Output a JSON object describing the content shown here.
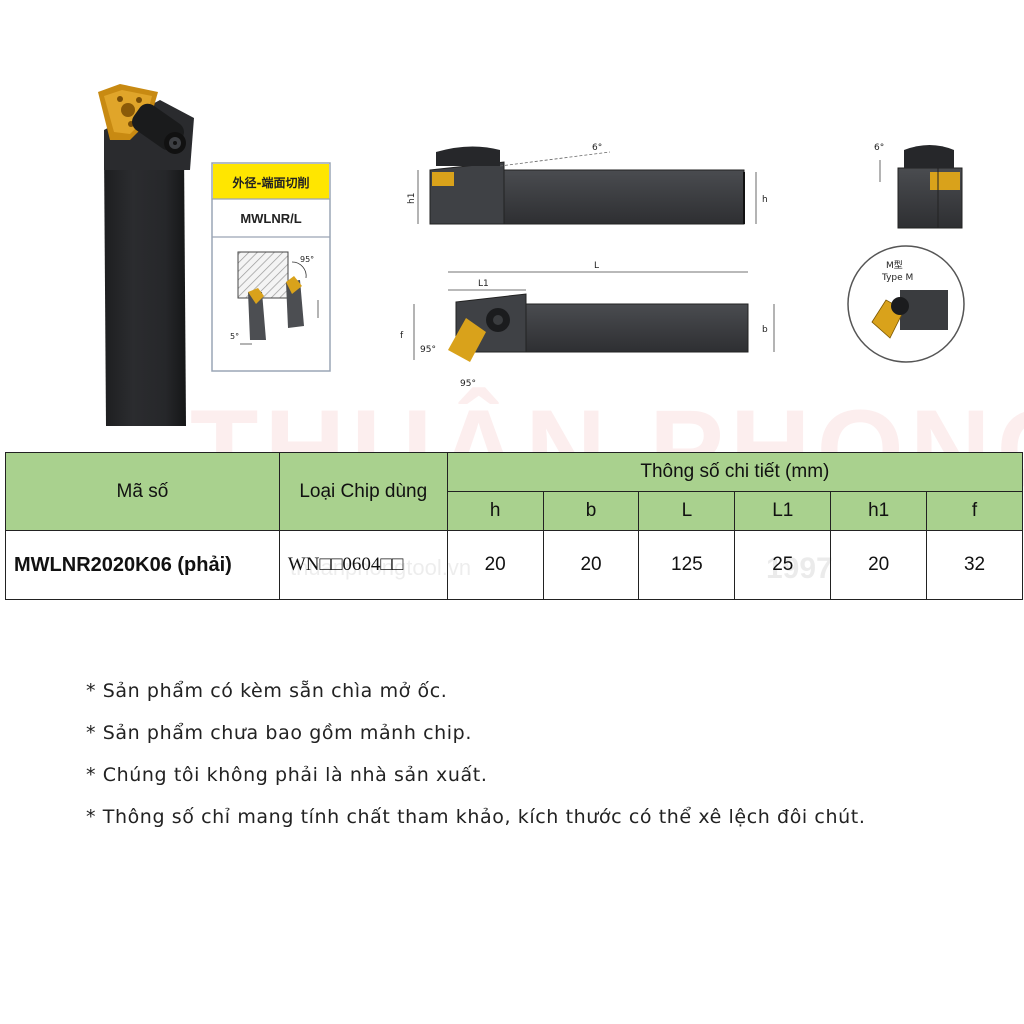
{
  "watermark": {
    "brand": "THUẬN PHONG",
    "url": "thuanphongtool.vn",
    "year": "1997"
  },
  "diagram": {
    "label_box_cn": "外径-端面切削",
    "label_box_code": "MWLNR/L",
    "angle_95": "95°",
    "angle_5": "5°",
    "angle_6": "6°",
    "dim_h1": "h1",
    "dim_h": "h",
    "dim_L": "L",
    "dim_L1": "L1",
    "dim_f": "f",
    "dim_b": "b",
    "type_cn": "M型",
    "type_en": "Type M"
  },
  "table": {
    "col_code": "Mã số",
    "col_chip": "Loại Chip dùng",
    "col_group": "Thông số chi tiết (mm)",
    "dim_headers": [
      "h",
      "b",
      "L",
      "L1",
      "h1",
      "f"
    ],
    "rows": [
      {
        "code": "MWLNR2020K06 (phải)",
        "chip": "WN□□0604□□",
        "values": [
          "20",
          "20",
          "125",
          "25",
          "20",
          "32"
        ]
      }
    ]
  },
  "notes": [
    "* Sản phẩm có kèm sẵn chìa mở ốc.",
    "* Sản phẩm chưa bao gồm mảnh chip.",
    "* Chúng tôi không phải là nhà sản xuất.",
    "* Thông số chỉ mang tính chất tham khảo, kích thước có thể xê lệch đôi chút."
  ],
  "colors": {
    "header_green": "#a9d18e",
    "tool_dark": "#3a3c3f",
    "insert_gold": "#d9a21b",
    "label_yellow": "#ffe600"
  }
}
